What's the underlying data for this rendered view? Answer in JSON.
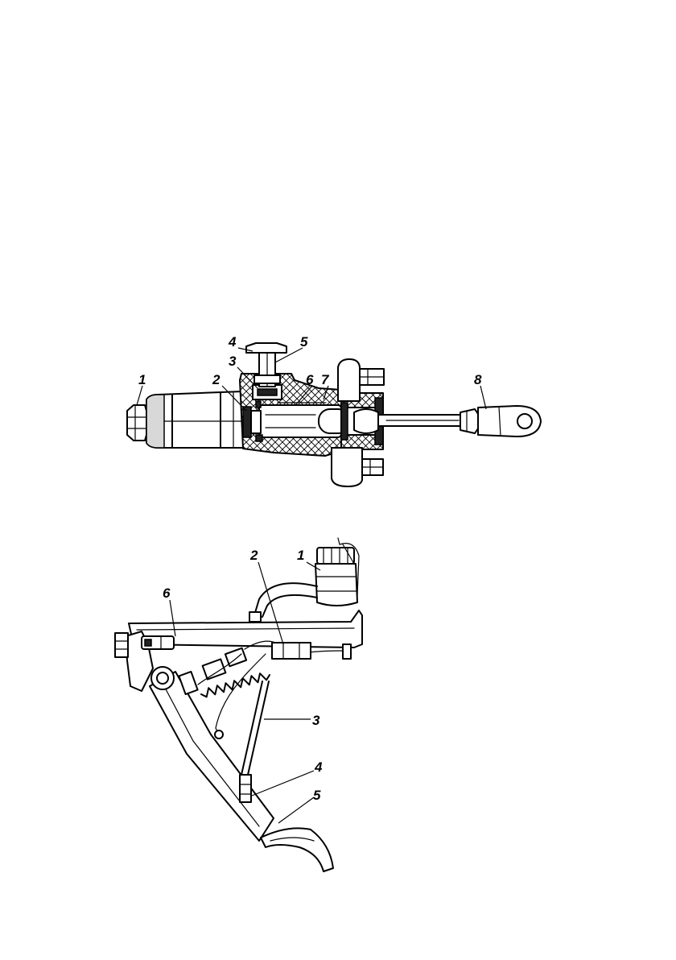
{
  "top_figure": {
    "callouts": [
      "1",
      "2",
      "3",
      "4",
      "5",
      "6",
      "7",
      "8"
    ]
  },
  "bottom_figure": {
    "callouts": [
      "1",
      "2",
      "3",
      "4",
      "5",
      "6"
    ]
  }
}
